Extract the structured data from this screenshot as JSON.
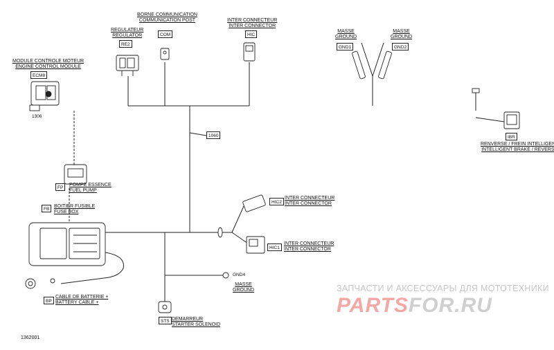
{
  "components": {
    "ecm": {
      "tag": "ECM8",
      "label_fr": "MODULE CONTROLE MOTEUR",
      "label_en": "ENGINE CONTROL MODULE",
      "code": "1306"
    },
    "regulator": {
      "tag": "RE2",
      "label_fr": "REGULATEUR",
      "label_en": "REGULATOR"
    },
    "com_post": {
      "tag": "COM",
      "label_fr": "BORNE COMMUNICATION",
      "label_en": "COMMUNICATION POST"
    },
    "hic": {
      "tag": "HIC",
      "label_fr": "INTER CONNECTEUR",
      "label_en": "INTER CONNECTOR"
    },
    "gnd1": {
      "tag": "GND1",
      "label_fr": "MASSE",
      "label_en": "GROUND"
    },
    "gnd2": {
      "tag": "GND2",
      "label_fr": "MASSE",
      "label_en": "GROUND"
    },
    "ibr": {
      "tag": "IBR",
      "label_fr": "RENVERSE / FREIN INTELLIGENT",
      "label_en": "INTELLIGENT BRAKE / REVERSE"
    },
    "fuel_pump": {
      "tag": "FP",
      "label_fr": "POMPE ESSENCE",
      "label_en": "FUEL PUMP"
    },
    "fuse_box": {
      "tag": "FB",
      "label_fr": "BOITIER FUSIBLE",
      "label_en": "FUSE BOX"
    },
    "hic2": {
      "tag": "HIC2",
      "label_fr": "INTER CONNECTEUR",
      "label_en": "INTER CONNECTOR"
    },
    "hic1": {
      "tag": "HIC1",
      "label_fr": "INTER CONNECTEUR",
      "label_en": "INTER CONNECTOR"
    },
    "gnd4": {
      "tag": "GND4",
      "label_fr": "MASSE",
      "label_en": "GROUND"
    },
    "battery_cable": {
      "tag": "BP",
      "label_fr": "CABLE DE BATTERIE +",
      "label_en": "BATTERY CABLE +"
    },
    "starter_solenoid": {
      "tag": "STS",
      "label_fr": "DEMARREUR",
      "label_en": "STARTER SOLENOID"
    }
  },
  "harness_code": "1060",
  "drawing_number": "1362001",
  "watermark": {
    "tagline": "ЗАПЧАСТИ И АКСЕССУАРЫ ДЛЯ МОТОТЕХНИКИ",
    "logo_part1": "PARTS",
    "logo_part2": "FOR.RU"
  },
  "colors": {
    "line": "#222222",
    "watermark_red": "#f2a9a5",
    "watermark_grey": "#c6c6c6"
  }
}
